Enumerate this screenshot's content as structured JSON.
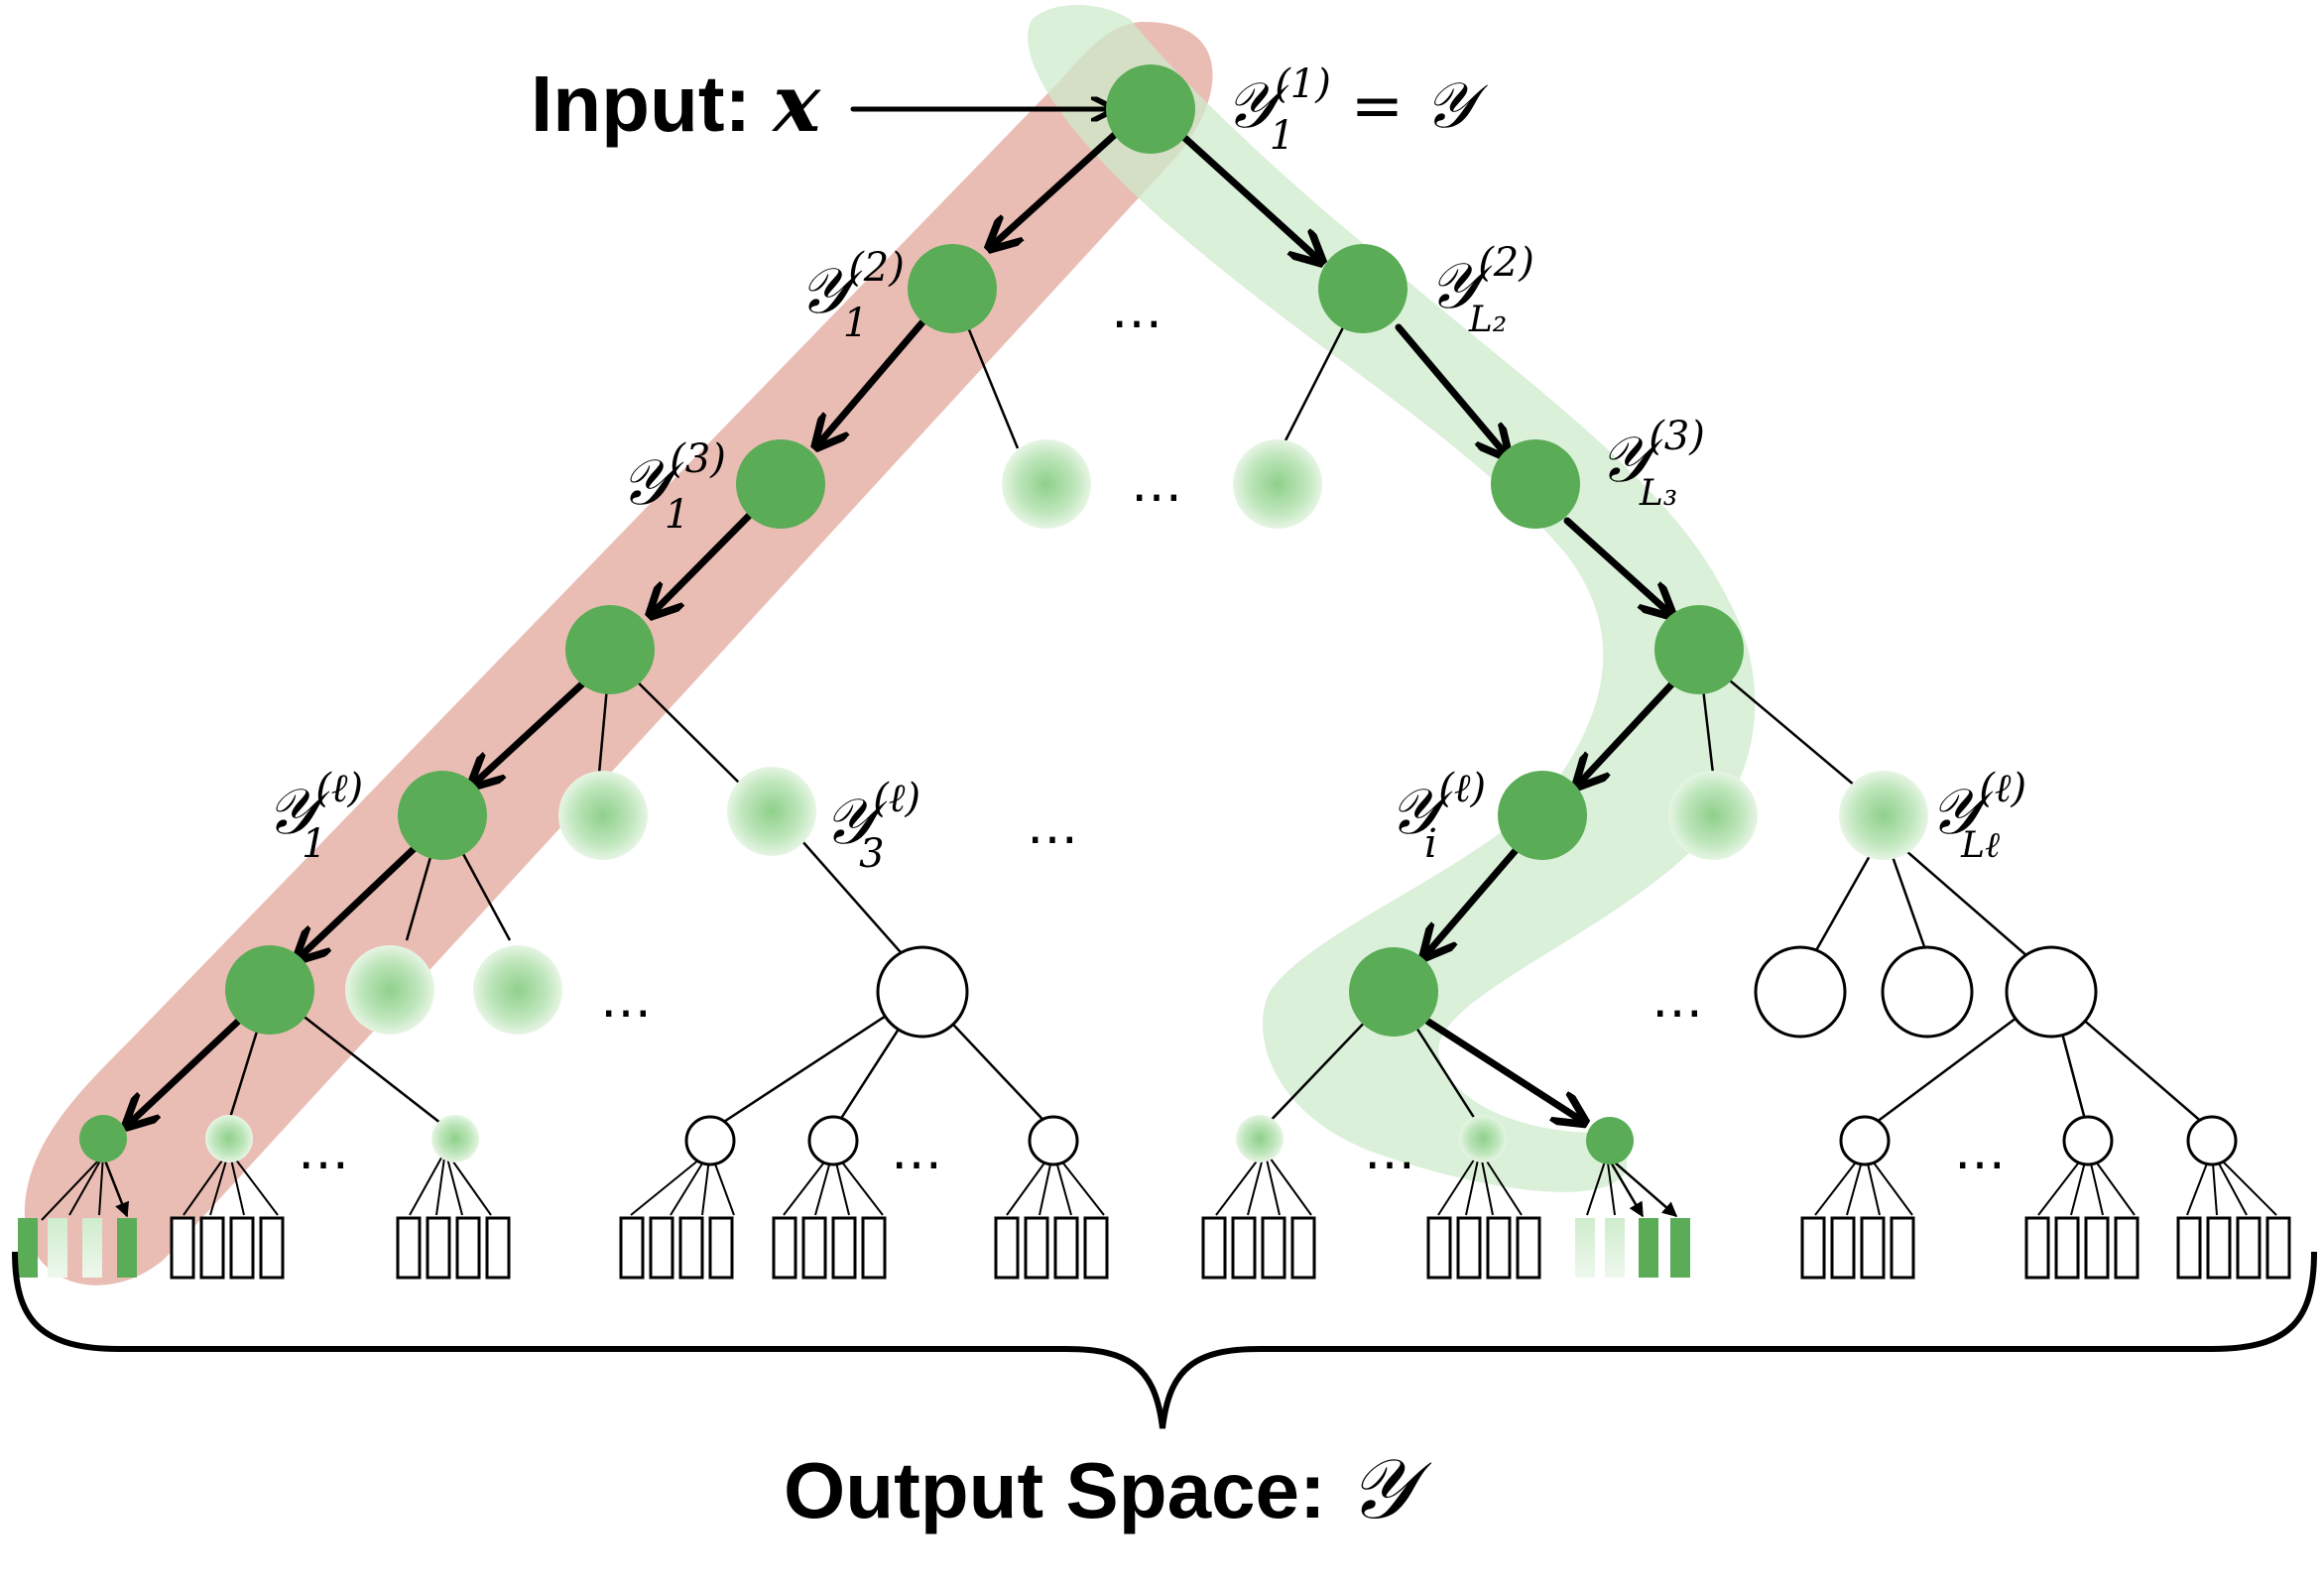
{
  "input_label": {
    "prefix": "Input: ",
    "var": "x"
  },
  "output_label": {
    "prefix": "Output Space: ",
    "var": "𝒴"
  },
  "node_labels": {
    "root": {
      "sym": "𝒴",
      "sub": "1",
      "sup": "(1)",
      "tail": " = 𝒴"
    },
    "l2_left": {
      "sym": "𝒴",
      "sub": "1",
      "sup": "(2)"
    },
    "l2_right": {
      "sym": "𝒴",
      "sub": "L₂",
      "sup": "(2)"
    },
    "l3_left": {
      "sym": "𝒴",
      "sub": "1",
      "sup": "(3)"
    },
    "l3_right": {
      "sym": "𝒴",
      "sub": "L₃",
      "sup": "(3)"
    },
    "ll_1": {
      "sym": "𝒴",
      "sub": "1",
      "sup": "(ℓ)"
    },
    "ll_3": {
      "sym": "𝒴",
      "sub": "3",
      "sup": "(ℓ)"
    },
    "ll_i": {
      "sym": "𝒴",
      "sub": "i",
      "sup": "(ℓ)"
    },
    "ll_L": {
      "sym": "𝒴",
      "sub": "Lℓ",
      "sup": "(ℓ)"
    }
  },
  "ellipsis": "…",
  "colors": {
    "active_node": "#5aac57",
    "partial_node": "#a8dca5",
    "red_path_band": "#e6b1a7",
    "green_path_band": "#cdebcc",
    "edge": "#000000"
  }
}
